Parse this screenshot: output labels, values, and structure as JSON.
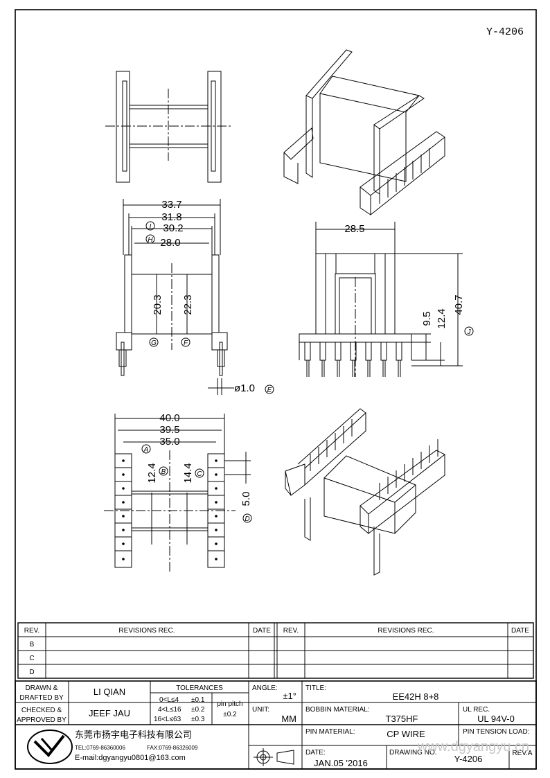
{
  "drawing_id_top": "Y-4206",
  "dims": {
    "w337": "33.7",
    "w318": "31.8",
    "w302": "30.2",
    "w280": "28.0",
    "h203": "20.3",
    "h223": "22.3",
    "pin": "ø1.0",
    "w285": "28.5",
    "h95": "9.5",
    "h124": "12.4",
    "h407": "40.7",
    "w400": "40.0",
    "w395": "39.5",
    "w350": "35.0",
    "b124": "12.4",
    "b144": "14.4",
    "b50": "5.0"
  },
  "datum": {
    "A": "A",
    "B": "B",
    "C": "C",
    "D": "D",
    "E": "E",
    "F": "F",
    "G": "G",
    "H": "H",
    "I": "I",
    "J": "J"
  },
  "revisions": {
    "rev_label": "REV.",
    "revisions_label": "REVISIONS   REC.",
    "date_label": "DATE",
    "rows": [
      "B",
      "C",
      "D"
    ]
  },
  "title_block": {
    "drawn_label": "DRAWN &",
    "drafted_label": "DRAFTED BY",
    "drawn_name": "LI QIAN",
    "checked_label": "CHECKED &",
    "approved_label": "APPROVED BY",
    "checked_name": "JEEF JAU",
    "tolerances_label": "TOLERANCES",
    "tol1_range": "0<L≤4",
    "tol1_val": "±0.1",
    "tol2_range": "4<L≤16",
    "tol2_val": "±0.2",
    "tol3_range": "16<L≤63",
    "tol3_val": "±0.3",
    "pin_pitch_label": "pin pitch",
    "pin_pitch_val": "±0.2",
    "angle_label": "ANGLE:",
    "angle_val": "±1°",
    "unit_label": "UNIT:",
    "unit_val": "MM",
    "title_label": "TITLE:",
    "title_val": "EE42H  8+8",
    "bobbin_label": "BOBBIN MATERIAL:",
    "bobbin_val": "T375HF",
    "ul_label": "UL REC.",
    "ul_val": "UL 94V-0",
    "pinmat_label": "PIN MATERIAL:",
    "pinmat_val": "CP WIRE",
    "tension_label": "PIN TENSION LOAD:",
    "date_label": "DATE:",
    "date_val": "JAN.05 '2016",
    "drawno_label": "DRAWING NO.",
    "drawno_val": "Y-4206",
    "reva_label": "REV.A",
    "company_name": "东莞市扬宇电子科技有限公司",
    "tel": "TEL:0769-86360006",
    "fax": "FAX:0769-86326009",
    "email": "E-mail:dgyangyu0801@163.com",
    "watermark": "www.dgyangyu.cn"
  }
}
